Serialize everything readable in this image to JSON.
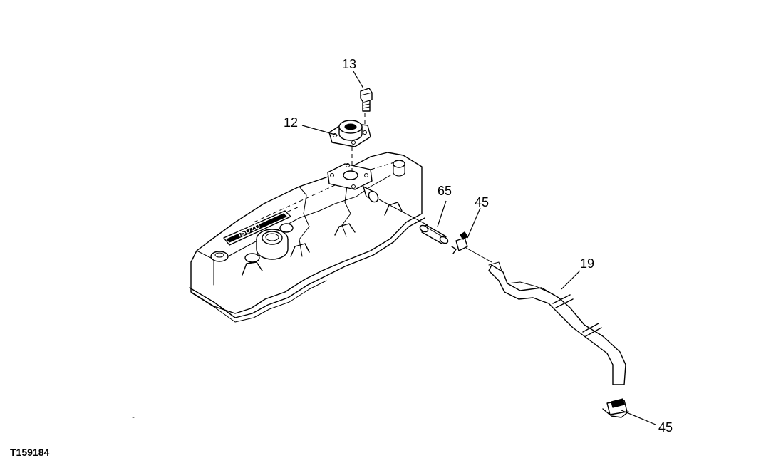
{
  "diagram": {
    "callouts": {
      "c13": "13",
      "c12": "12",
      "c65": "65",
      "c45_top": "45",
      "c19": "19",
      "c45_bottom": "45"
    },
    "cover_brand": "ISUZU",
    "figure_id": "T159184"
  }
}
